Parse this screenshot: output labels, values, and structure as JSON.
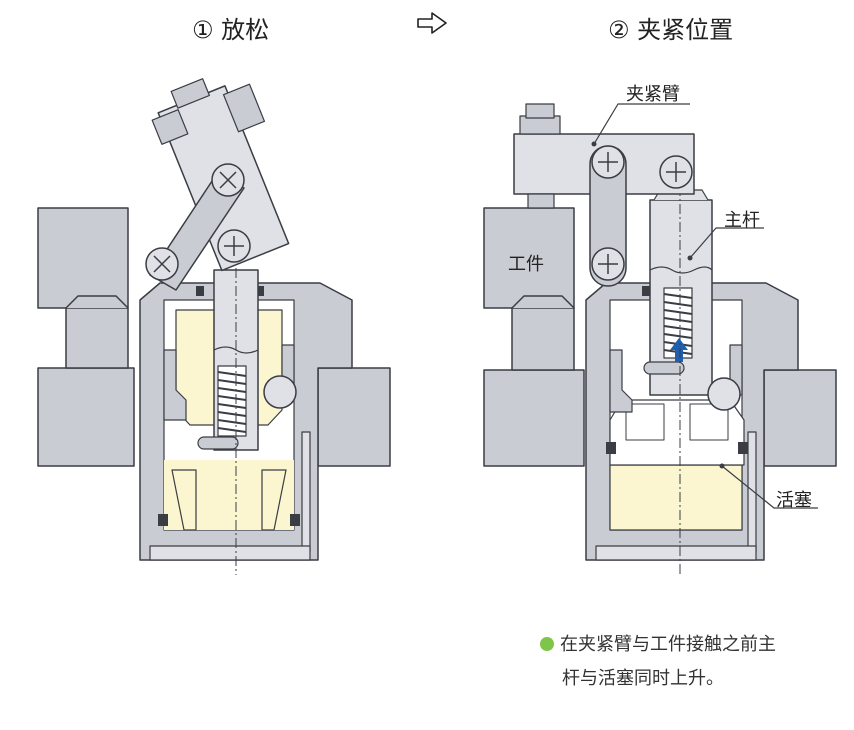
{
  "titles": {
    "left": "① 放松",
    "right": "② 夹紧位置"
  },
  "arrow_icon": "hollow-right-arrow-icon",
  "labels": {
    "clamp_arm": "夹紧臂",
    "main_rod": "主杆",
    "workpiece": "工件",
    "piston": "活塞"
  },
  "note": {
    "line1": "在夹紧臂与工件接触之前主",
    "line2": "杆与活塞同时上升。",
    "bullet_color": "#7ec64a"
  },
  "colors": {
    "body": "#c9ccd3",
    "body_light": "#dfe1e6",
    "outline": "#3a3d44",
    "oil": "#fbf6cf",
    "arrow": "#1f5fb0"
  }
}
